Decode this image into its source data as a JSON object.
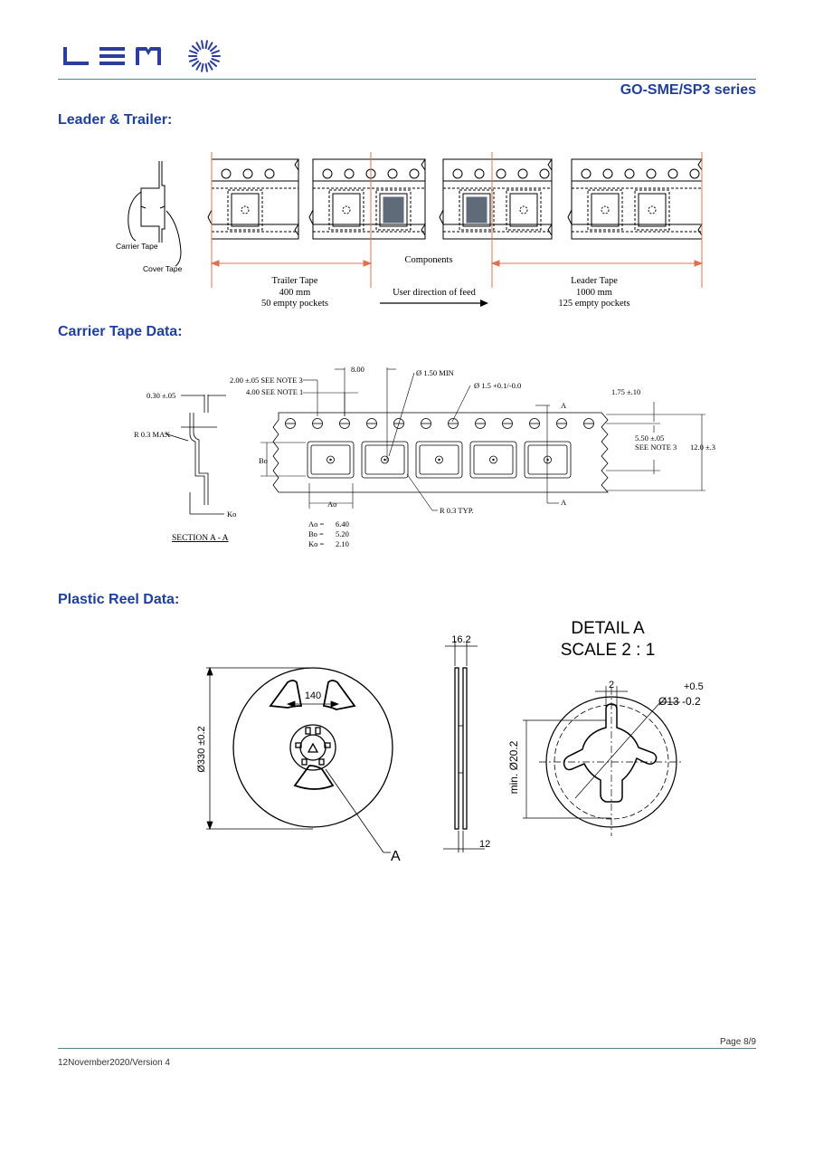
{
  "header": {
    "logo_text": "LEM",
    "series": "GO-SME/SP3 series"
  },
  "sections": {
    "leader_trailer": {
      "title": "Leader & Trailer:",
      "carrier_tape": "Carrier Tape",
      "cover_tape": "Cover Tape",
      "components": "Components",
      "trailer": [
        "Trailer Tape",
        "400 mm",
        "50 empty pockets"
      ],
      "feed": "User direction of feed",
      "leader": [
        "Leader Tape",
        "1000 mm",
        "125 empty pockets"
      ]
    },
    "carrier_tape_data": {
      "title": "Carrier Tape Data:",
      "labels": {
        "pitch": "8.00",
        "hole_min": "Ø 1.50 MIN",
        "hole_dia": "Ø 1.5 +0.1/-0.0",
        "note3": "2.00 ±.05 SEE NOTE 3",
        "note1": "4.00 SEE NOTE 1",
        "thickness": "0.30 ±.05",
        "r_max": "R 0.3 MAX",
        "edge": "1.75 ±.10",
        "row": "5.50 ±.05",
        "see3": "SEE NOTE 3",
        "width": "12.0 ±.3",
        "bo": "Bo",
        "ao": "Ao",
        "ko": "Ko",
        "r_typ": "R 0.3 TYP.",
        "a": "A",
        "section": "SECTION A - A"
      },
      "dims": [
        {
          "name": "Ao =",
          "value": "6.40"
        },
        {
          "name": "Bo =",
          "value": "5.20"
        },
        {
          "name": "Ko =",
          "value": "2.10"
        }
      ]
    },
    "plastic_reel": {
      "title": "Plastic Reel Data:",
      "detail": [
        "DETAIL A",
        "SCALE 2 : 1"
      ],
      "dim_140": "140",
      "dim_330": "Ø330 ±0.2",
      "dim_162": "16.2",
      "dim_12": "12",
      "dim_2": "2",
      "tol_plus": "+0.5",
      "dim_13": "Ø13 -0.2",
      "dim_202": "min. Ø20.2",
      "callout": "A"
    }
  },
  "footer": {
    "page": "Page 8/9",
    "version": "12November2020/Version 4"
  },
  "colors": {
    "heading": "#1f3f9c",
    "logo": "#2b3f9a",
    "rule": "#5a7f8c",
    "dim_red": "#e07050"
  }
}
